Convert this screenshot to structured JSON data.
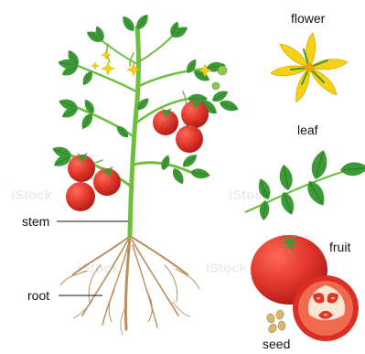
{
  "labels": {
    "flower": "flower",
    "leaf": "leaf",
    "stem": "stem",
    "root": "root",
    "fruit": "fruit",
    "seed": "seed"
  },
  "watermark": "iStock",
  "colors": {
    "stem": "#6fbf3f",
    "leaf": "#3d9a36",
    "leaf_light": "#62bf45",
    "tomato": "#e0352b",
    "tomato_shade": "#b61f1a",
    "flower": "#f7d116",
    "root": "#b98d5c",
    "seed": "#d8b770"
  }
}
